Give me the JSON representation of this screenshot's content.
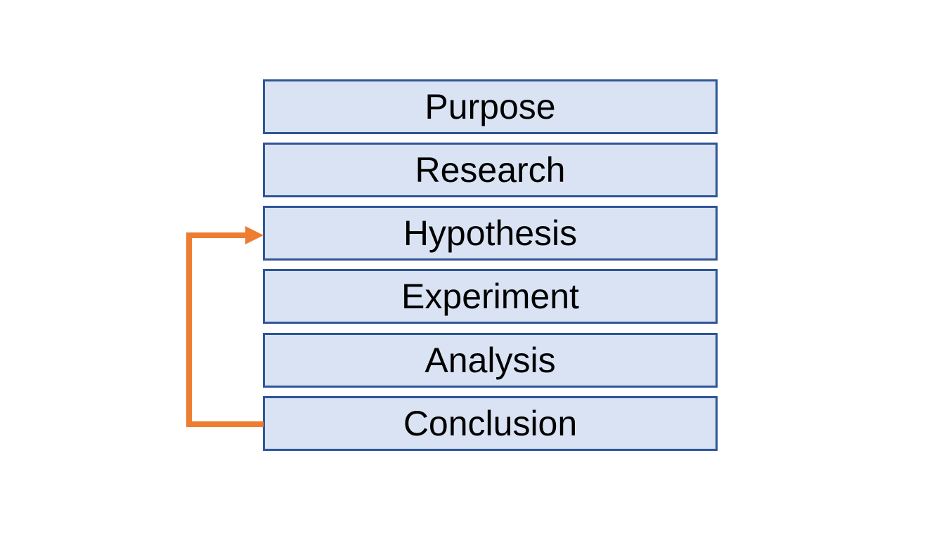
{
  "colors": {
    "box_fill": "#dae3f3",
    "box_border": "#2f5597",
    "arrow": "#ed7d31",
    "text": "#000000"
  },
  "steps": [
    {
      "label": "Purpose"
    },
    {
      "label": "Research"
    },
    {
      "label": "Hypothesis"
    },
    {
      "label": "Experiment"
    },
    {
      "label": "Analysis"
    },
    {
      "label": "Conclusion"
    }
  ],
  "feedback": {
    "from": "Conclusion",
    "to": "Hypothesis"
  }
}
